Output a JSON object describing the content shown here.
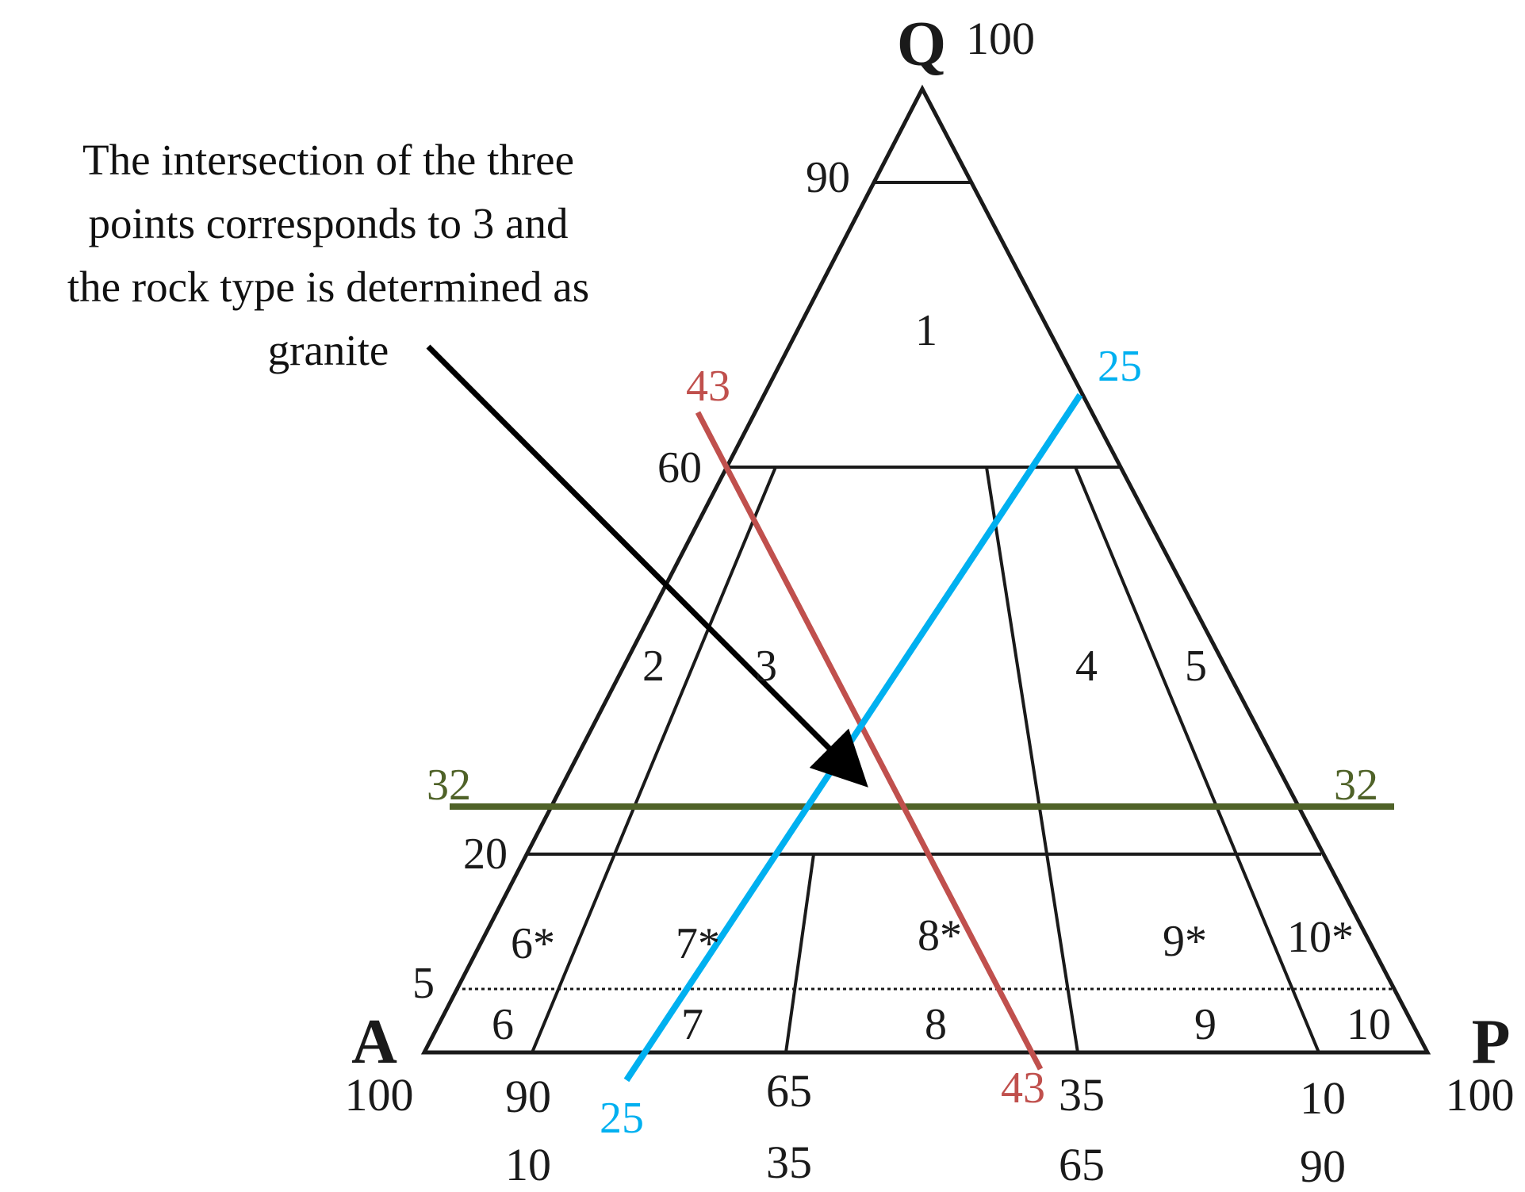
{
  "annotation": {
    "lines": [
      "The intersection of the three",
      "points corresponds to 3 and",
      "the rock type is determined as",
      "granite"
    ]
  },
  "vertices": {
    "q": {
      "letter": "Q",
      "value": "100"
    },
    "a": {
      "letter": "A",
      "value": "100"
    },
    "p": {
      "letter": "P",
      "value": "100"
    }
  },
  "q_ticks": {
    "t90": "90",
    "t60": "60",
    "t20": "20",
    "t5": "5"
  },
  "bottom_ticks": {
    "a90": "90",
    "a65": "65",
    "a35": "35",
    "a10": "10",
    "p10": "10",
    "p35": "35",
    "p65": "65",
    "p90": "90"
  },
  "fields": {
    "f1": "1",
    "f2": "2",
    "f3": "3",
    "f4": "4",
    "f5": "5",
    "f6s": "6*",
    "f7s": "7*",
    "f8s": "8*",
    "f9s": "9*",
    "f10s": "10*",
    "f6": "6",
    "f7": "7",
    "f8": "8",
    "f9": "9",
    "f10": "10"
  },
  "overlay_lines": {
    "red": {
      "label_top": "43",
      "label_bottom": "43",
      "color": "#c0504d"
    },
    "blue": {
      "label_top": "25",
      "label_bottom": "25",
      "color": "#00b0f0"
    },
    "green": {
      "label_left": "32",
      "label_right": "32",
      "color": "#4f6228"
    }
  }
}
